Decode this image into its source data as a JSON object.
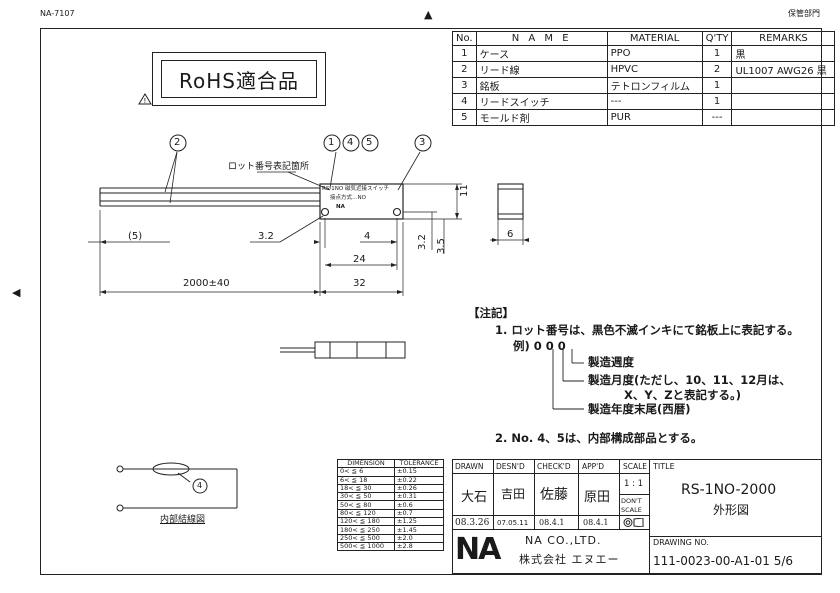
{
  "header": {
    "left": "NA-7107",
    "right": "保管部門"
  },
  "rohs": {
    "label": "RoHS適合品"
  },
  "parts_table": {
    "headers": [
      "No.",
      "N A M E",
      "MATERIAL",
      "Q'TY",
      "REMARKS"
    ],
    "rows": [
      [
        "1",
        "ケース",
        "PPO",
        "1",
        "黒"
      ],
      [
        "2",
        "リード線",
        "HPVC",
        "2",
        "UL1007 AWG26 黒"
      ],
      [
        "3",
        "銘板",
        "テトロンフィルム",
        "1",
        ""
      ],
      [
        "4",
        "リードスイッチ",
        "---",
        "1",
        ""
      ],
      [
        "5",
        "モールド剤",
        "PUR",
        "---",
        ""
      ]
    ]
  },
  "drawing": {
    "callouts": [
      "2",
      "1",
      "4",
      "5",
      "3"
    ],
    "lot_label": "ロット番号表記箇所",
    "plate_line1": "RS-1NO 磁気近接スイッチ",
    "plate_line2": "接点方式…NO",
    "plate_line3": "NA",
    "dims": {
      "d5": "(5)",
      "d3_2_left": "3.2",
      "d4": "4",
      "d24": "24",
      "d2000": "2000±40",
      "d32": "32",
      "d11": "11",
      "d3_2_right": "3.2",
      "d3_5": "3.5",
      "d6": "6"
    }
  },
  "notes": {
    "title": "【注記】",
    "n1": "1. ロット番号は、黒色不滅インキにて銘板上に表記する。",
    "example": "例) 0 0 0",
    "week": "製造週度",
    "month1": "製造月度(ただし、10、11、12月は、",
    "month2": "X、Y、Zと表記する。)",
    "year": "製造年度末尾(西暦)",
    "n2": "2. No. 4、5は、内部構成部品とする。"
  },
  "circuit": {
    "callout": "4",
    "label": "内部結線図"
  },
  "tolerance": {
    "headers": [
      "DIMENSION",
      "TOLERANCE"
    ],
    "rows": [
      [
        "0< ≦ 6",
        "±0.15"
      ],
      [
        "6< ≦ 18",
        "±0.22"
      ],
      [
        "18< ≦ 30",
        "±0.26"
      ],
      [
        "30< ≦ 50",
        "±0.31"
      ],
      [
        "50< ≦ 80",
        "±0.6"
      ],
      [
        "80< ≦ 120",
        "±0.7"
      ],
      [
        "120< ≦ 180",
        "±1.25"
      ],
      [
        "180< ≦ 250",
        "±1.45"
      ],
      [
        "250< ≦ 500",
        "±2.0"
      ],
      [
        "500< ≦ 1000",
        "±2.8"
      ]
    ]
  },
  "title_block": {
    "drawn": "DRAWN",
    "desnd": "DESN'D",
    "checkd": "CHECK'D",
    "appd": "APP'D",
    "scale": "SCALE",
    "sign_drawn": "大石",
    "sign_desn": "吉田",
    "sign_check": "佐藤",
    "sign_app": "原田",
    "date_drawn": "08.3.26",
    "date_desn": "07.05.11",
    "date_check": "08.4.1",
    "date_app": "08.4.1",
    "scale_value": "1 : 1",
    "dont_scale": "DON'T SCALE",
    "title_label": "TITLE",
    "title1": "RS-1NO-2000",
    "title2": "外形図",
    "company_en": "NA CO.,LTD.",
    "company_jp": "株式会社 エヌエー",
    "drawing_no_label": "DRAWING NO.",
    "drawing_no": "111-0023-00-A1-01 5/6",
    "logo": "NA"
  }
}
